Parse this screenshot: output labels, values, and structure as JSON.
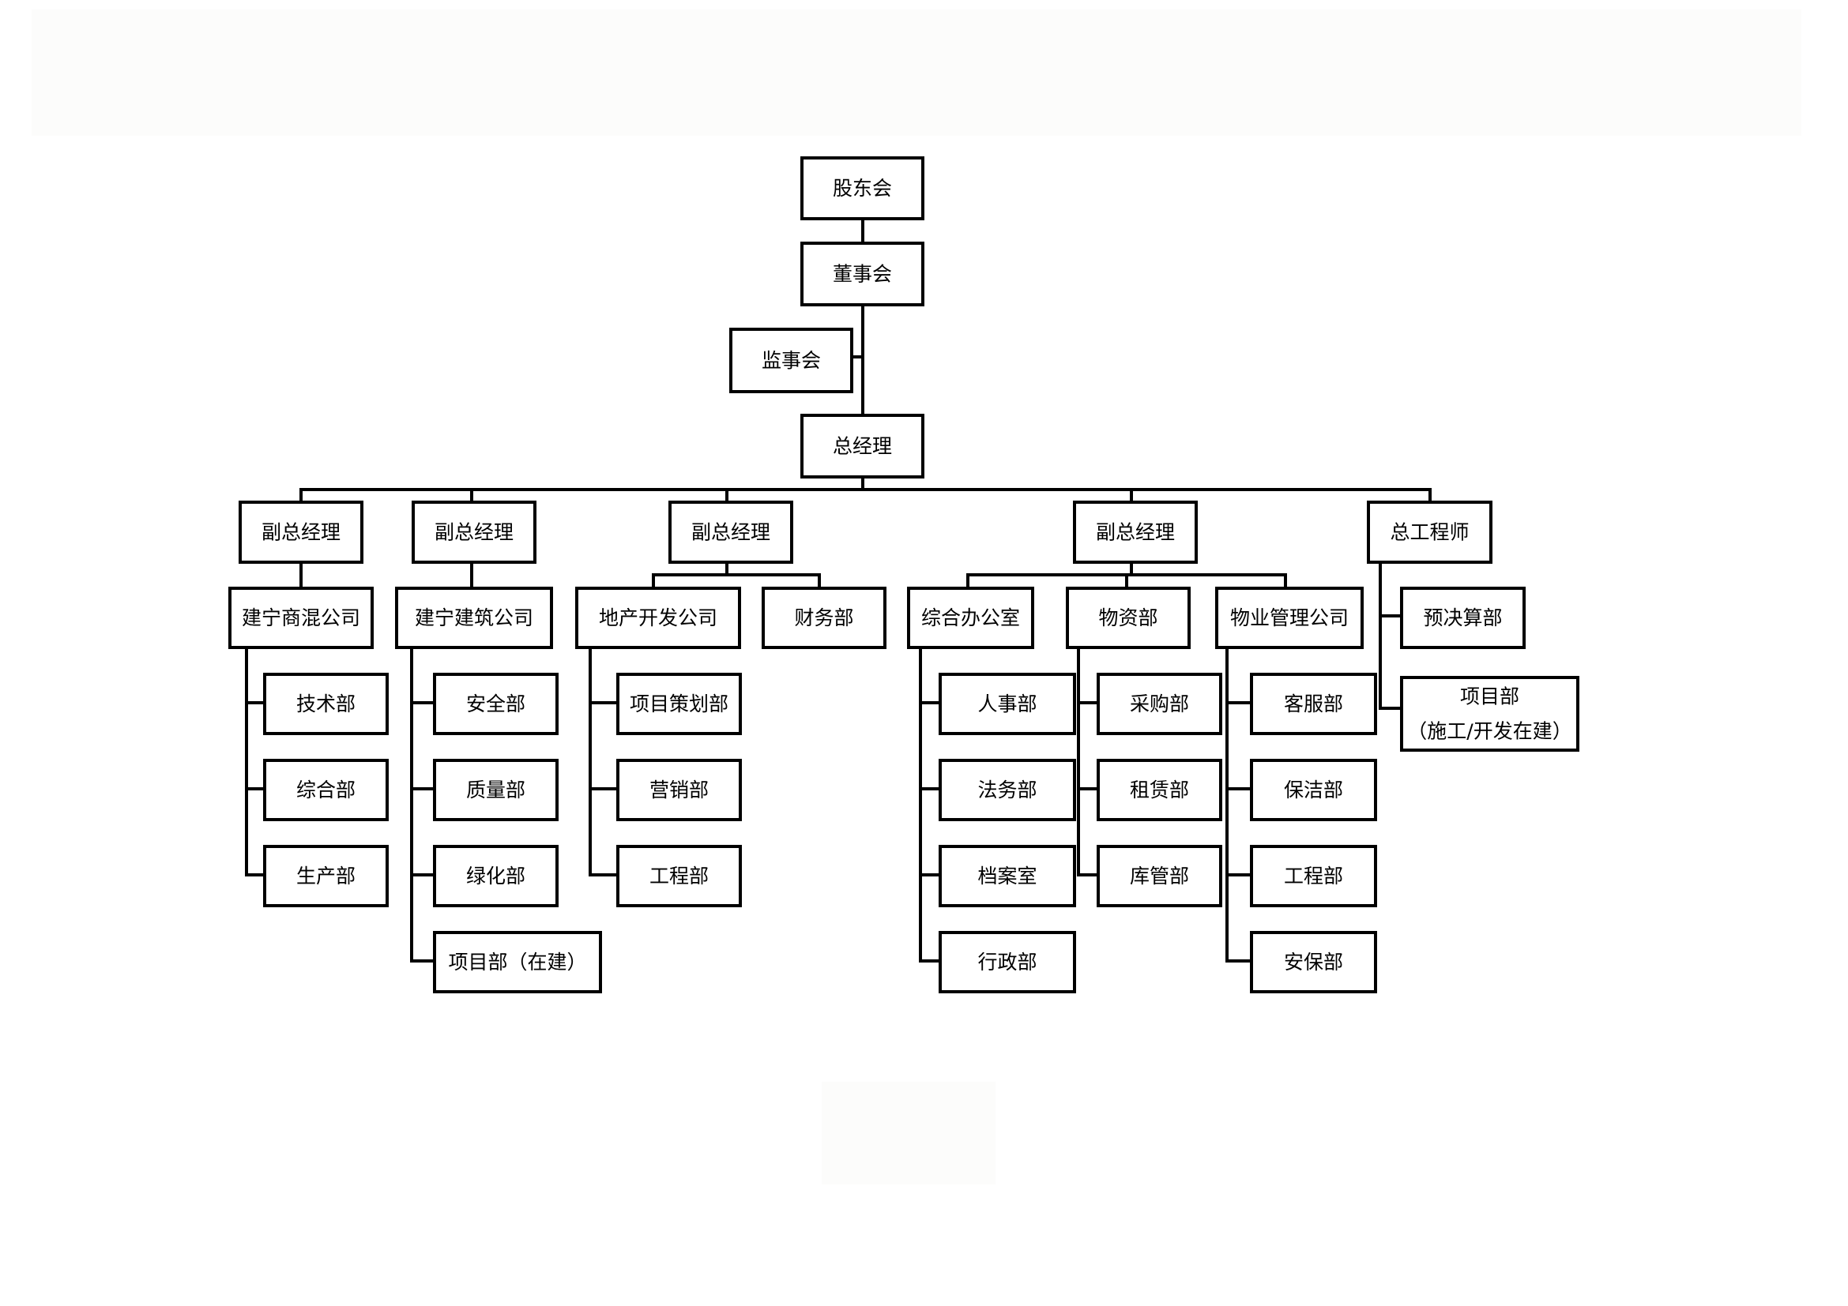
{
  "diagram": {
    "line_color": "#000000",
    "box_fill": "#ffffff",
    "nodes": {
      "shareholders": "股东会",
      "board": "董事会",
      "supervisors": "监事会",
      "gm": "总经理",
      "vp1": "副总经理",
      "vp2": "副总经理",
      "vp3": "副总经理",
      "vp4": "副总经理",
      "chief_engineer": "总工程师",
      "concrete_co": "建宁商混公司",
      "concrete_tech": "技术部",
      "concrete_general": "综合部",
      "concrete_production": "生产部",
      "construction_co": "建宁建筑公司",
      "construction_safety": "安全部",
      "construction_quality": "质量部",
      "construction_greening": "绿化部",
      "construction_project": "项目部（在建）",
      "realestate_co": "地产开发公司",
      "realestate_planning": "项目策划部",
      "realestate_marketing": "营销部",
      "realestate_engineering": "工程部",
      "finance": "财务部",
      "admin_office": "综合办公室",
      "admin_hr": "人事部",
      "admin_legal": "法务部",
      "admin_archives": "档案室",
      "admin_administration": "行政部",
      "materials": "物资部",
      "materials_purchasing": "采购部",
      "materials_leasing": "租赁部",
      "materials_warehouse": "库管部",
      "property_co": "物业管理公司",
      "property_service": "客服部",
      "property_cleaning": "保洁部",
      "property_engineering": "工程部",
      "property_security": "安保部",
      "budget": "预决算部",
      "project_dept_line1": "项目部",
      "project_dept_line2": "（施工/开发在建）"
    }
  }
}
